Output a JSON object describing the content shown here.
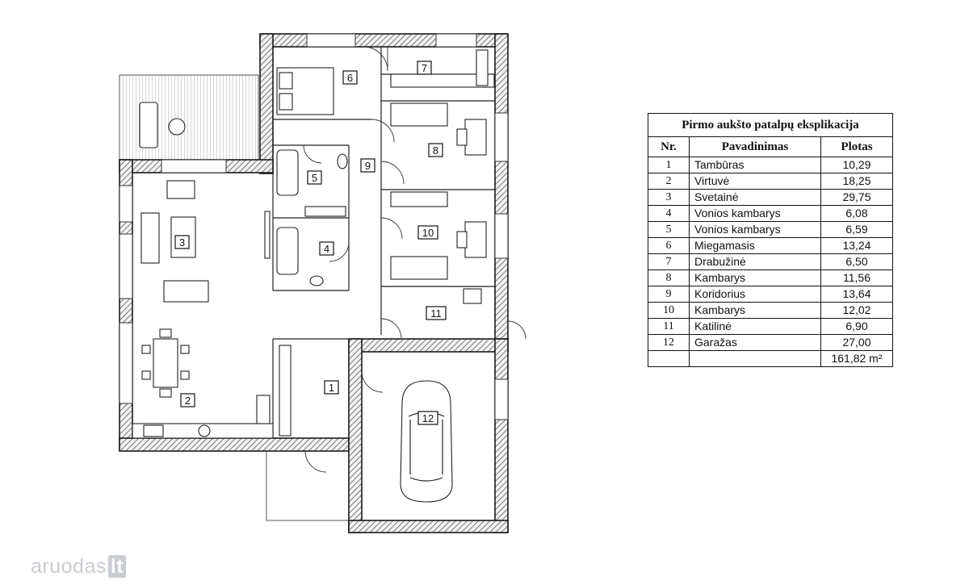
{
  "table": {
    "title": "Pirmo aukšto patalpų eksplikacija",
    "headers": [
      "Nr.",
      "Pavadinimas",
      "Plotas"
    ],
    "rows": [
      {
        "nr": "1",
        "name": "Tambūras",
        "area": "10,29"
      },
      {
        "nr": "2",
        "name": "Virtuvė",
        "area": "18,25"
      },
      {
        "nr": "3",
        "name": "Svetainė",
        "area": "29,75"
      },
      {
        "nr": "4",
        "name": "Vonios kambarys",
        "area": "6,08"
      },
      {
        "nr": "5",
        "name": "Vonios kambarys",
        "area": "6,59"
      },
      {
        "nr": "6",
        "name": "Miegamasis",
        "area": "13,24"
      },
      {
        "nr": "7",
        "name": "Drabužinė",
        "area": "6,50"
      },
      {
        "nr": "8",
        "name": "Kambarys",
        "area": "11,56"
      },
      {
        "nr": "9",
        "name": "Koridorius",
        "area": "13,64"
      },
      {
        "nr": "10",
        "name": "Kambarys",
        "area": "12,02"
      },
      {
        "nr": "11",
        "name": "Katilinė",
        "area": "6,90"
      },
      {
        "nr": "12",
        "name": "Garažas",
        "area": "27,00"
      }
    ],
    "total": "161,82 m²"
  },
  "plan": {
    "room_labels": [
      "1",
      "2",
      "3",
      "4",
      "5",
      "6",
      "7",
      "8",
      "9",
      "10",
      "11",
      "12"
    ]
  },
  "logo": {
    "text": "aruodas",
    "suffix": "lt"
  }
}
